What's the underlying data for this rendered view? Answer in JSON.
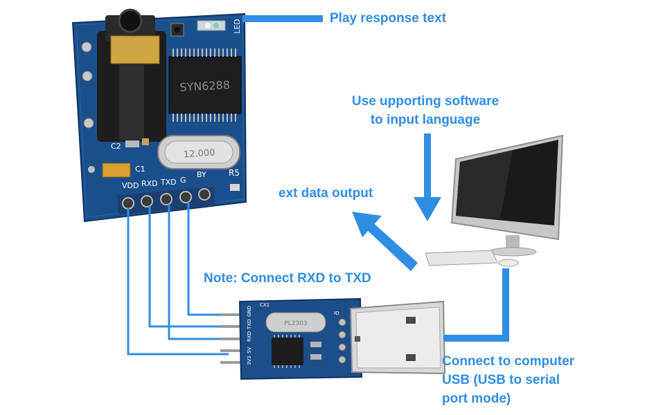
{
  "labels": {
    "play_response": "Play response text",
    "software_line1": "Use upporting software",
    "software_line2": "to input language",
    "ext_data": "ext data output",
    "note": "Note: Connect RXD to TXD",
    "usb_line1": "Connect to computer",
    "usb_line2": "USB (USB to serial",
    "usb_line3": "port mode)"
  },
  "speech_module": {
    "chip_text": "SYN6288",
    "crystal_text": "12.000",
    "led_label": "LED",
    "pins": [
      "VDD",
      "RXD",
      "TXD",
      "G",
      "BY"
    ],
    "caps": [
      "C2",
      "C1"
    ],
    "resistor": "R5"
  },
  "usb_adapter": {
    "pins": [
      "GND",
      "TXD",
      "RXD",
      "5V",
      "3V3"
    ],
    "crystal_text": "PL2303",
    "io_label": "IO",
    "cap_label": "CX1"
  },
  "colors": {
    "accent": "#2f8de4",
    "pcb_blue": "#1b4f8c",
    "monitor": "#1a1a1a"
  }
}
